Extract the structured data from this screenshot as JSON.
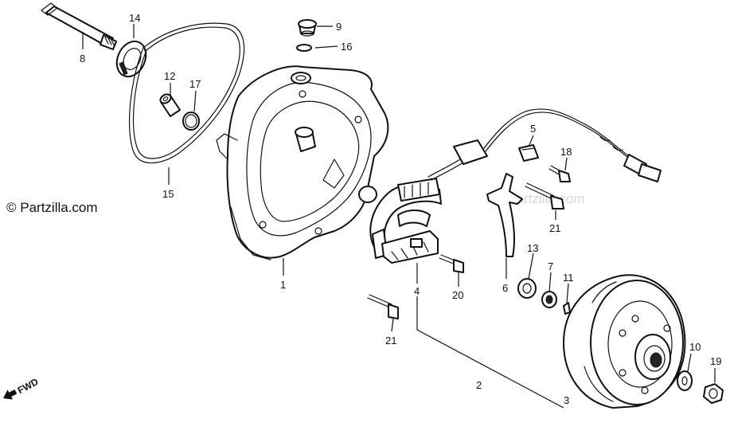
{
  "watermark": {
    "brand": "© Partzilla.com",
    "faint_brand": "© Partzilla.com"
  },
  "direction": {
    "label": "FWD"
  },
  "callouts": [
    {
      "id": "c14",
      "text": "14"
    },
    {
      "id": "c8",
      "text": "8"
    },
    {
      "id": "c12",
      "text": "12"
    },
    {
      "id": "c17",
      "text": "17"
    },
    {
      "id": "c15",
      "text": "15"
    },
    {
      "id": "c9",
      "text": "9"
    },
    {
      "id": "c16",
      "text": "16"
    },
    {
      "id": "c1",
      "text": "1"
    },
    {
      "id": "c5",
      "text": "5"
    },
    {
      "id": "c18",
      "text": "18"
    },
    {
      "id": "c21a",
      "text": "21"
    },
    {
      "id": "c13",
      "text": "13"
    },
    {
      "id": "c7",
      "text": "7"
    },
    {
      "id": "c11",
      "text": "11"
    },
    {
      "id": "c6",
      "text": "6"
    },
    {
      "id": "c4",
      "text": "4"
    },
    {
      "id": "c20",
      "text": "20"
    },
    {
      "id": "c21b",
      "text": "21"
    },
    {
      "id": "c2",
      "text": "2"
    },
    {
      "id": "c3",
      "text": "3"
    },
    {
      "id": "c10",
      "text": "10"
    },
    {
      "id": "c19",
      "text": "19"
    }
  ],
  "colors": {
    "ink": "#111111",
    "paper": "#ffffff",
    "watermark": "#d7d7d7"
  }
}
